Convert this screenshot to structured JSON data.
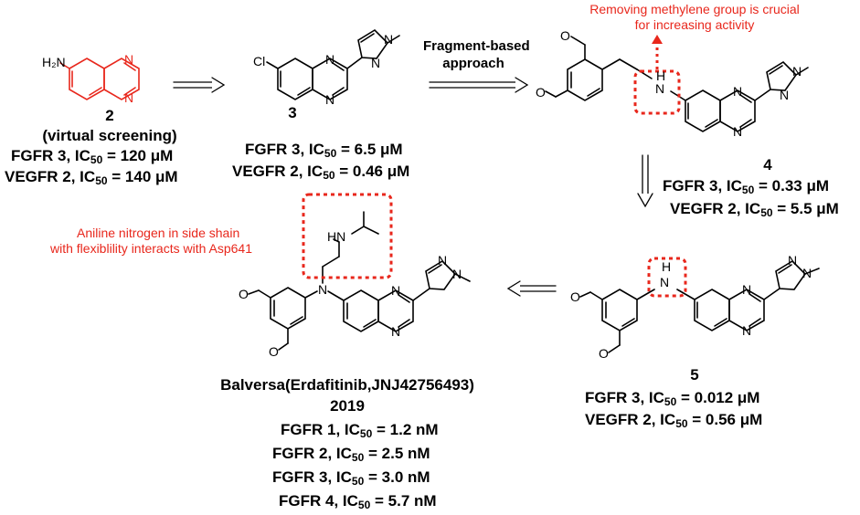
{
  "compound2": {
    "number": "2",
    "source": "(virtual screening)",
    "line1": {
      "pre": "FGFR 3, IC",
      "sub": "50",
      "post": " = 120 μM"
    },
    "line2": {
      "pre": "VEGFR 2,  IC",
      "sub": "50",
      "post": " = 140 μM"
    }
  },
  "compound3": {
    "number": "3",
    "line1": {
      "pre": "FGFR 3, IC",
      "sub": "50",
      "post": " = 6.5 μM"
    },
    "line2": {
      "pre": "VEGFR 2,  IC",
      "sub": "50",
      "post": " = 0.46 μM"
    }
  },
  "compound4": {
    "number": "4",
    "line1": {
      "pre": "FGFR 3, IC",
      "sub": "50",
      "post": " = 0.33 μM"
    },
    "line2": {
      "pre": "VEGFR 2, IC",
      "sub": "50",
      "post": " = 5.5 μM"
    }
  },
  "compound5": {
    "number": "5",
    "line1": {
      "pre": "FGFR 3, IC",
      "sub": "50",
      "post": " = 0.012 μM"
    },
    "line2": {
      "pre": "VEGFR 2, IC",
      "sub": "50",
      "post": " = 0.56 μM"
    }
  },
  "final": {
    "name": "Balversa(Erdafitinib,JNJ42756493)",
    "year": "2019",
    "lines": [
      {
        "pre": "FGFR 1, IC",
        "sub": "50",
        "post": " = 1.2 nM"
      },
      {
        "pre": "FGFR 2,  IC",
        "sub": "50",
        "post": " = 2.5 nM"
      },
      {
        "pre": "FGFR 3,  IC",
        "sub": "50",
        "post": " = 3.0 nM"
      },
      {
        "pre": "FGFR 4, IC",
        "sub": "50",
        "post": " = 5.7 nM"
      }
    ]
  },
  "annotations": {
    "top_line1": "Removing methylene group is crucial",
    "top_line2": "for increasing activity",
    "side_line1": "Aniline nitrogen in side shain",
    "side_line2": "with flexiblility interacts with Asp641"
  },
  "arrow_label": {
    "line1": "Fragment-based",
    "line2": "approach"
  },
  "atoms": {
    "h2n": "H₂N",
    "n": "N",
    "cl": "Cl",
    "h": "H",
    "hn": "HN"
  },
  "colors": {
    "highlight": "#e8271c",
    "ink": "#000000"
  }
}
